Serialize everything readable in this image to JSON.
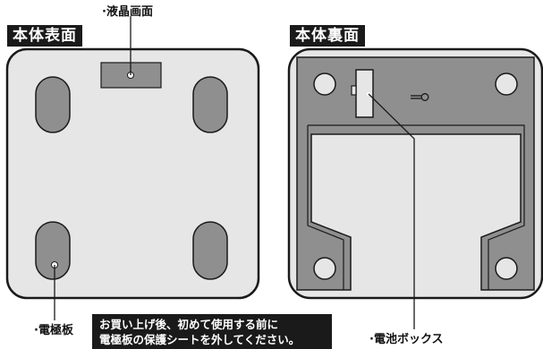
{
  "labels": {
    "front_tag": "本体表面",
    "back_tag": "本体裏面",
    "lcd_label": "·液晶画面",
    "electrode_label": "·電極板",
    "battery_label": "·電池ボックス"
  },
  "notice": {
    "line1": "お買い上げ後、初めて使用する前に",
    "line2": "電極板の保護シートを外してください。"
  },
  "colors": {
    "body_fill": "#e6e6e6",
    "back_fill": "#8f8f8f",
    "outline": "#1a1a1a",
    "electrode_fill": "#8f8f8f"
  }
}
